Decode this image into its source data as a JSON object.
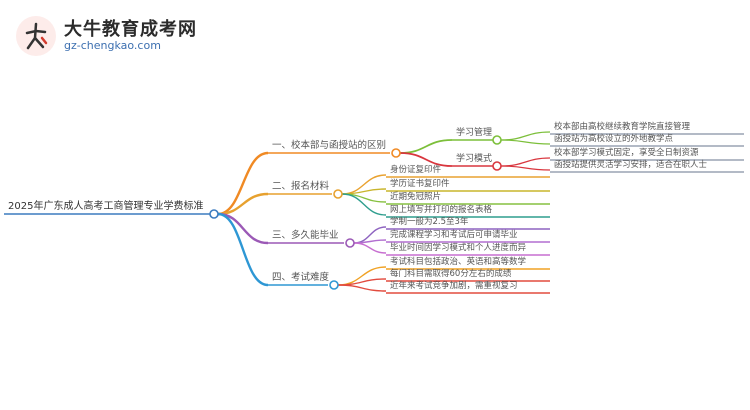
{
  "brand": {
    "name": "大牛教育成考网",
    "url": "gz-chengkao.com",
    "mark_text": "大牛",
    "accent_color": "#d33b2e"
  },
  "root": {
    "label": "2025年广东成人高考工商管理专业学费标准",
    "color": "#3b7bbf"
  },
  "branches": [
    {
      "label": "一、校本部与函授站的区别",
      "color": "#f08a24",
      "children": [
        {
          "label": "学习管理",
          "color": "#7cbf3a",
          "leaves": [
            {
              "label": "校本部由高校继续教育学院直接管理",
              "color": "#9aa4b4"
            },
            {
              "label": "函授站为高校设立的外地教学点",
              "color": "#9aa4b4"
            }
          ]
        },
        {
          "label": "学习模式",
          "color": "#d9363e",
          "leaves": [
            {
              "label": "校本部学习模式固定，享受全日制资源",
              "color": "#9aa4b4"
            },
            {
              "label": "函授站提供灵活学习安排，适合在职人士",
              "color": "#9aa4b4"
            }
          ]
        }
      ]
    },
    {
      "label": "二、报名材料",
      "color": "#e7a12e",
      "leaves": [
        {
          "label": "身份证复印件",
          "color": "#e9a230"
        },
        {
          "label": "学历证书复印件",
          "color": "#c9b52c"
        },
        {
          "label": "近期免冠照片",
          "color": "#86c040"
        },
        {
          "label": "网上填写并打印的报名表格",
          "color": "#2f9e8e"
        }
      ]
    },
    {
      "label": "三、多久能毕业",
      "color": "#9b59b6",
      "leaves": [
        {
          "label": "学制一般为2.5至3年",
          "color": "#8e63c0"
        },
        {
          "label": "完成课程学习和考试后可申请毕业",
          "color": "#b26ed0"
        },
        {
          "label": "毕业时间因学习模式和个人进度而异",
          "color": "#c76fd0"
        }
      ]
    },
    {
      "label": "四、考试难度",
      "color": "#2e97d4",
      "leaves": [
        {
          "label": "考试科目包括政治、英语和高等数学",
          "color": "#f0a225"
        },
        {
          "label": "每门科目需取得60分左右的成绩",
          "color": "#e24b3e"
        },
        {
          "label": "近年来考试竞争加剧，需重视复习",
          "color": "#e24b3e"
        }
      ]
    }
  ]
}
